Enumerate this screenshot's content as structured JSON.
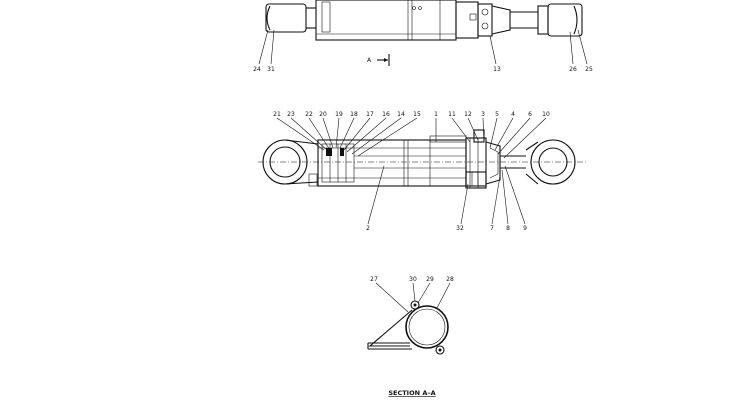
{
  "diagram": {
    "top_view": {
      "section_marker": "A",
      "labels": [
        "24",
        "31",
        "13",
        "26",
        "25"
      ]
    },
    "side_view": {
      "labels": [
        "21",
        "23",
        "22",
        "20",
        "19",
        "18",
        "17",
        "16",
        "14",
        "15",
        "1",
        "11",
        "12",
        "3",
        "5",
        "4",
        "6",
        "10",
        "2",
        "32",
        "7",
        "8",
        "9"
      ]
    },
    "section_view": {
      "labels": [
        "27",
        "30",
        "29",
        "28"
      ],
      "caption": "SECTION A–A"
    }
  }
}
